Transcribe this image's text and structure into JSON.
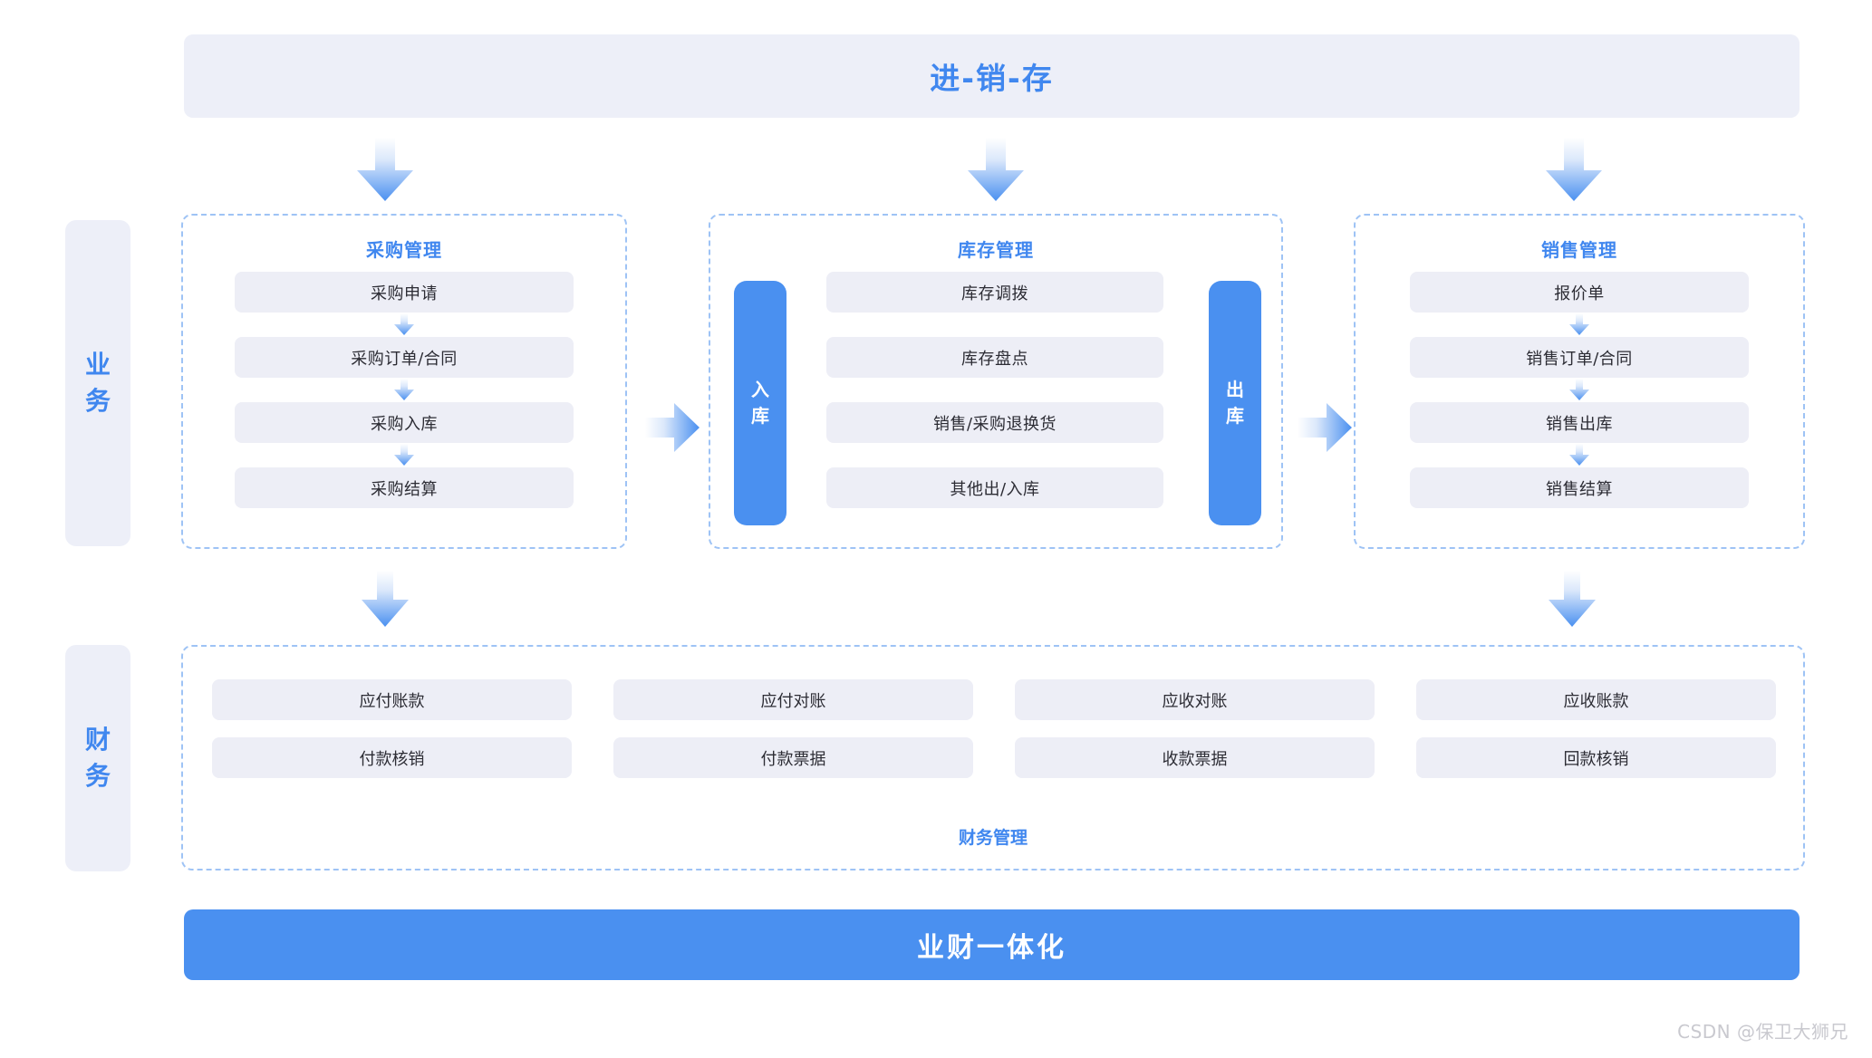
{
  "header": {
    "title": "进-销-存"
  },
  "rails": [
    {
      "name": "business",
      "label": "业务"
    },
    {
      "name": "finance",
      "label": "财务"
    }
  ],
  "business": {
    "panels": [
      {
        "key": "purchase",
        "title": "采购管理",
        "steps": [
          "采购申请",
          "采购订单/合同",
          "采购入库",
          "采购结算"
        ]
      },
      {
        "key": "inventory",
        "title": "库存管理",
        "left_pill": "入库",
        "right_pill": "出库",
        "steps": [
          "库存调拨",
          "库存盘点",
          "销售/采购退换货",
          "其他出/入库"
        ]
      },
      {
        "key": "sales",
        "title": "销售管理",
        "steps": [
          "报价单",
          "销售订单/合同",
          "销售出库",
          "销售结算"
        ]
      }
    ]
  },
  "finance": {
    "title": "财务管理",
    "columns": [
      [
        "应付账款",
        "付款核销"
      ],
      [
        "应付对账",
        "付款票据"
      ],
      [
        "应收对账",
        "收款票据"
      ],
      [
        "应收账款",
        "回款核销"
      ]
    ],
    "cells": [
      "应付账款",
      "应付对账",
      "应收对账",
      "应收账款",
      "付款核销",
      "付款票据",
      "收款票据",
      "回款核销"
    ]
  },
  "footer": {
    "title": "业财一体化"
  },
  "watermark": {
    "text": "CSDN @保卫大狮兄"
  },
  "colors": {
    "accent_blue": "#4087ef",
    "pill_blue": "#4a90f0",
    "chip_bg": "#edeef6",
    "banner_bg": "#edeff8",
    "dashed_border": "#9ec3f5",
    "chip_text": "#2c2c34",
    "watermark": "#c9c9cf"
  }
}
